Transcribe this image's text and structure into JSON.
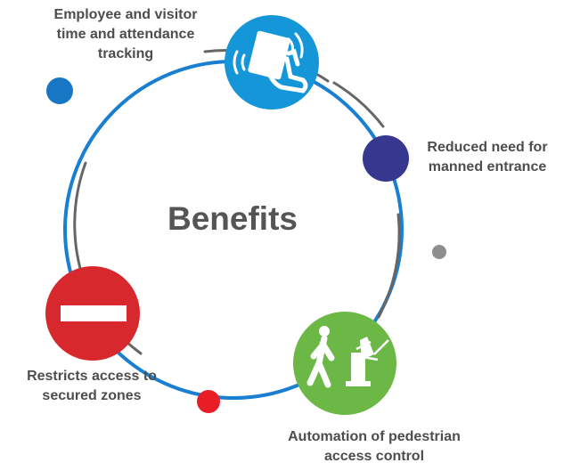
{
  "title": "Benefits",
  "colors": {
    "main_ring": "#1a7fd0",
    "outer_arcs": "#666666",
    "text": "#4d4d4d",
    "card_reader_node": "#1596d8",
    "manned_entrance_dot": "#36378f",
    "gray_dot": "#8e8e8e",
    "turnstile_node": "#6cb847",
    "accent_dot_red": "#e81d26",
    "no_entry_node": "#d7282e",
    "accent_dot_blue": "#1877c5"
  },
  "benefits": [
    {
      "lines": [
        "Employee and visitor",
        "time and attendance",
        "tracking"
      ],
      "icon": "card-reader-icon"
    },
    {
      "lines": [
        "Reduced need for",
        "manned entrance"
      ],
      "icon": "dot"
    },
    {
      "lines": [
        "Automation of pedestrian",
        "access control"
      ],
      "icon": "turnstile-icon"
    },
    {
      "lines": [
        "Restricts access to",
        "secured zones"
      ],
      "icon": "no-entry-icon"
    }
  ]
}
